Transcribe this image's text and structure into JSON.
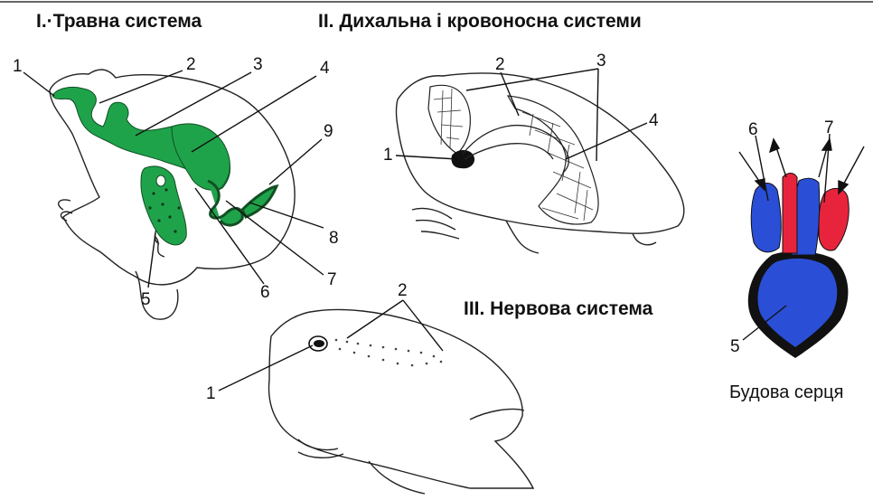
{
  "headings": {
    "digestive": "I.·Травна система",
    "respiratory_circulatory": "II.  Дихальна і кровоносна системи",
    "nervous": "III. Нервова система"
  },
  "heart_caption": "Будова серця",
  "digestive_labels": [
    "1",
    "2",
    "3",
    "4",
    "9",
    "8",
    "7",
    "6",
    "5"
  ],
  "respiratory_labels": [
    "1",
    "2",
    "3",
    "4"
  ],
  "nervous_labels": [
    "1",
    "2"
  ],
  "heart_labels": [
    "6",
    "7",
    "5"
  ],
  "colors": {
    "digestive_organs": "#1fa34a",
    "venous_blood": "#2a4fd6",
    "arterial_blood": "#e8243c",
    "outline": "#111111"
  }
}
